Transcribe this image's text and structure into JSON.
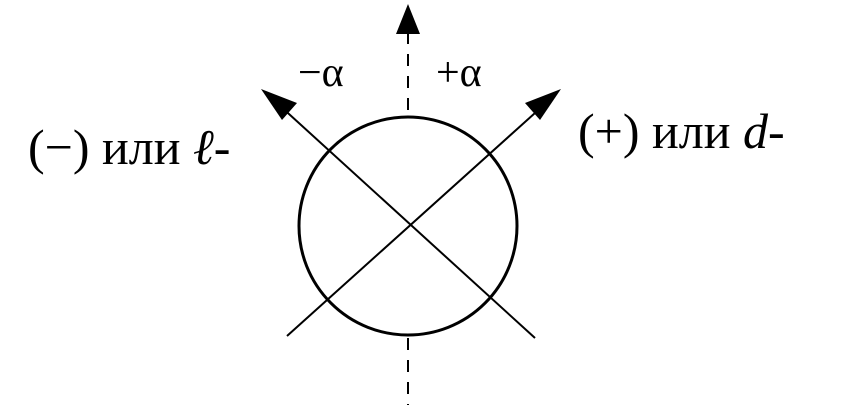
{
  "diagram": {
    "angle_labels": {
      "negative": "−α",
      "positive": "+α"
    },
    "side_labels": {
      "left": {
        "prefix": "(−) или ",
        "letter": "ℓ",
        "suffix": "-"
      },
      "right": {
        "prefix": "(+) или ",
        "letter": "d",
        "suffix": "-"
      }
    },
    "colors": {
      "stroke": "#000000",
      "background": "#ffffff"
    }
  }
}
